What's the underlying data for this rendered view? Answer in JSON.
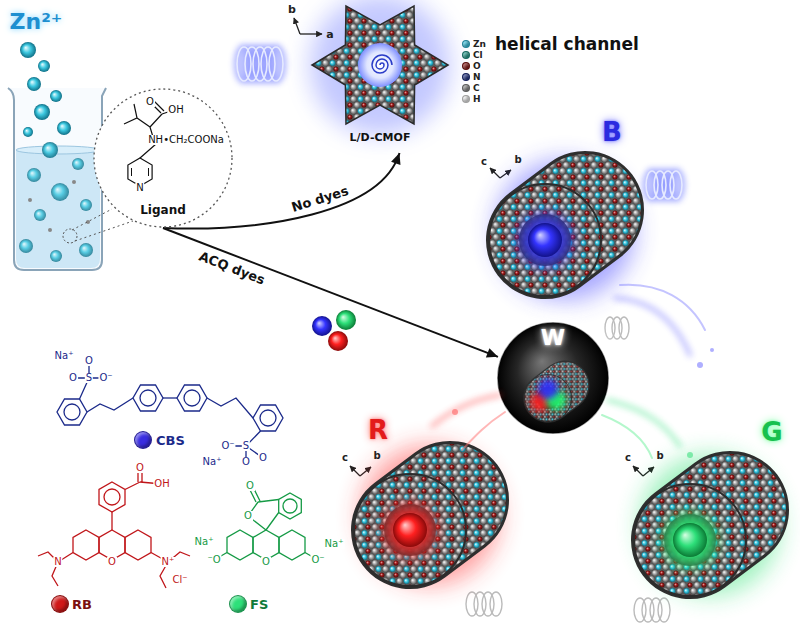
{
  "diagram": {
    "nodes": [
      {
        "text": [
          "Ligand"
        ]
      },
      {
        "text": [
          "L/D-CMOF"
        ]
      },
      {
        "text": [
          "B"
        ]
      },
      {
        "text": [
          "W"
        ]
      },
      {
        "text": [
          "R"
        ]
      },
      {
        "text": [
          "G"
        ]
      }
    ],
    "edges": [
      {
        "from": 0,
        "to": 1,
        "label": "No dyes",
        "arrow": "to"
      },
      {
        "from": 0,
        "to": 3,
        "label": "ACQ dyes",
        "arrow": "to"
      }
    ],
    "labels": [
      "Zn²⁺",
      "helical channel",
      "b",
      "a",
      "O",
      "OH",
      "NH•CH₂COONa",
      "N",
      "Na⁺",
      "O",
      "O",
      "S",
      "O⁻",
      "S",
      "O",
      "O",
      "O⁻",
      "Na⁺",
      "O",
      "OH",
      "O",
      "N",
      "N⁺",
      "Cl⁻",
      "O",
      "O",
      "O",
      "Na⁺",
      "⁻O",
      "O⁻",
      "Na⁺",
      "c",
      "b",
      "c",
      "b",
      "c",
      "b"
    ],
    "legend": [
      {
        "text": "Zn",
        "color": "#33c6e6"
      },
      {
        "text": "Cl",
        "color": "#1f9e8f"
      },
      {
        "text": "O",
        "color": "#8b1212"
      },
      {
        "text": "N",
        "color": "#1c2f8a"
      },
      {
        "text": "C",
        "color": "#8a8a8a"
      },
      {
        "text": "H",
        "color": "#f2f2f2"
      },
      {
        "text": "CBS",
        "color": "#3a2ee0"
      },
      {
        "text": "RB",
        "color": "#d01818"
      },
      {
        "text": "FS",
        "color": "#2ee07a"
      }
    ]
  }
}
